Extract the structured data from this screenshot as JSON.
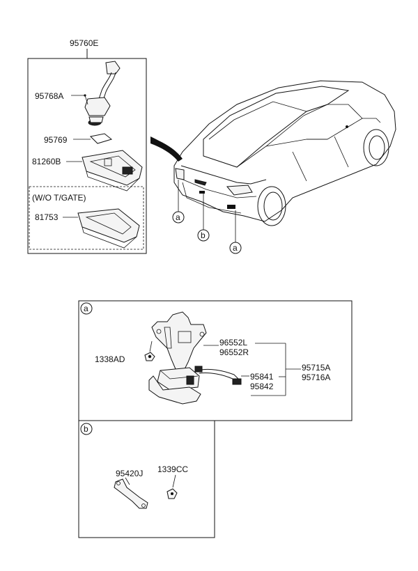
{
  "top_group": {
    "title": "95760E",
    "parts": [
      "95768A",
      "95769",
      "81260B"
    ],
    "variant_label": "(W/O T/GATE)",
    "variant_part": "81753"
  },
  "car_callouts": [
    "a",
    "b",
    "a"
  ],
  "section_a": {
    "tag": "a",
    "bolt": "1338AD",
    "bracket_l": "96552L",
    "bracket_r": "96552R",
    "sensor_1": "95841",
    "sensor_2": "95842",
    "assy_1": "95715A",
    "assy_2": "95716A"
  },
  "section_b": {
    "tag": "b",
    "part_1": "95420J",
    "part_2": "1339CC"
  }
}
